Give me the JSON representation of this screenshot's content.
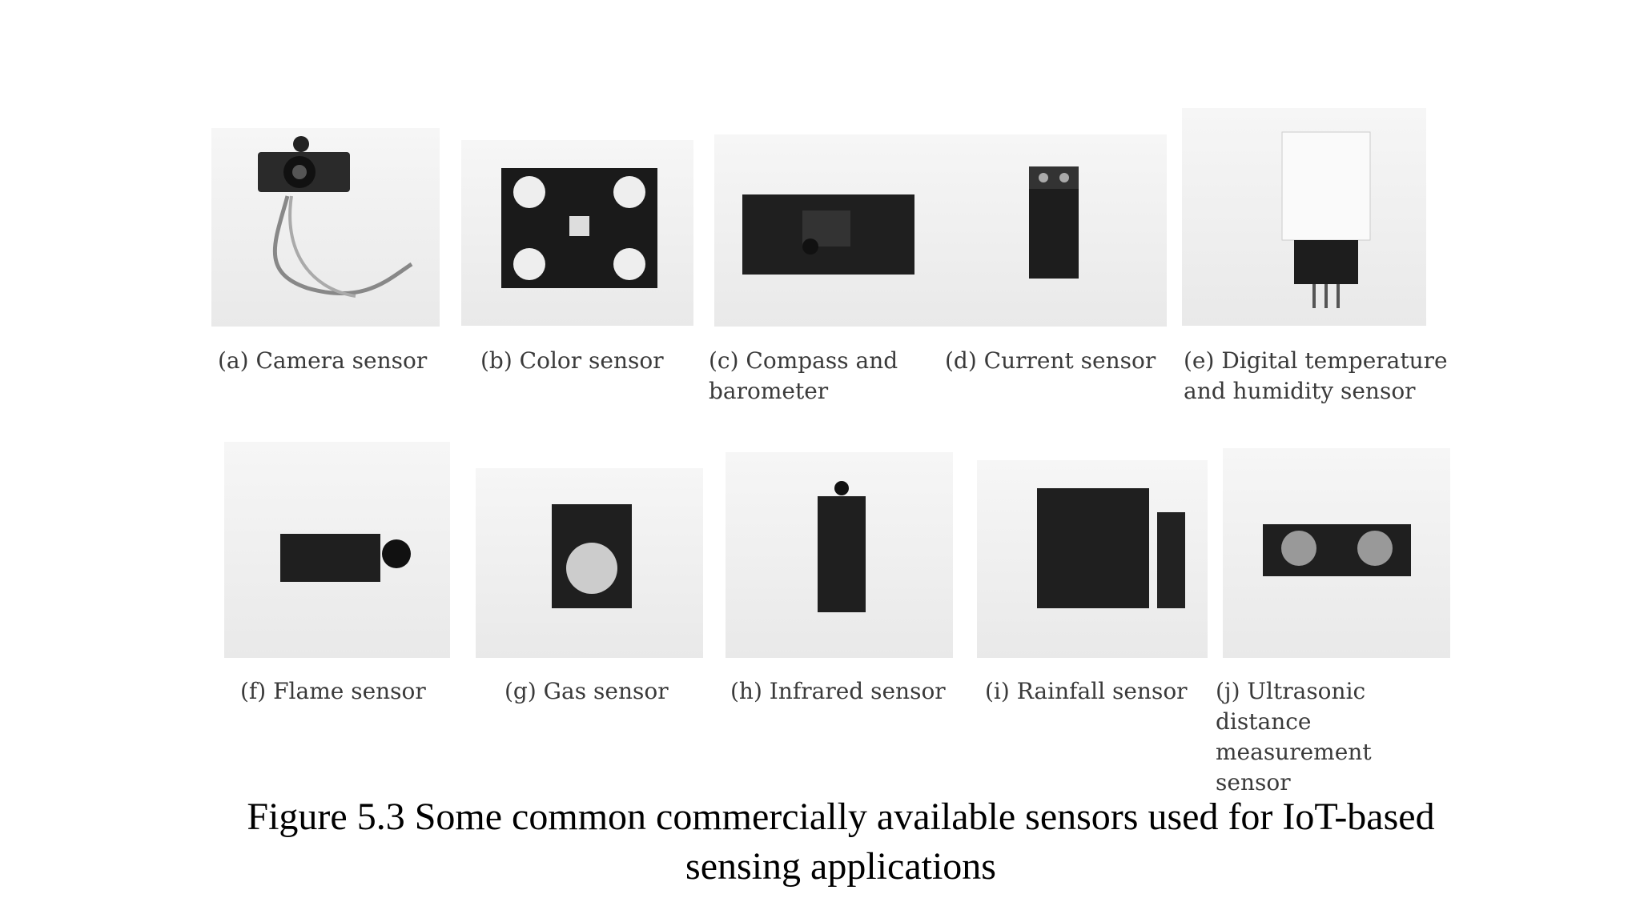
{
  "figure": {
    "caption": "Figure 5.3 Some common commercially available sensors used for IoT-based sensing applications"
  },
  "sensors": [
    {
      "label": "(a) Camera sensor"
    },
    {
      "label": "(b) Color sensor"
    },
    {
      "label": "(c) Compass and barometer"
    },
    {
      "label": "(d) Current sensor"
    },
    {
      "label": "(e) Digital temperature and humidity sensor"
    },
    {
      "label": "(f) Flame sensor"
    },
    {
      "label": "(g) Gas sensor"
    },
    {
      "label": "(h) Infrared sensor"
    },
    {
      "label": "(i) Rainfall sensor"
    },
    {
      "label": "(j) Ultrasonic distance measurement sensor"
    }
  ]
}
